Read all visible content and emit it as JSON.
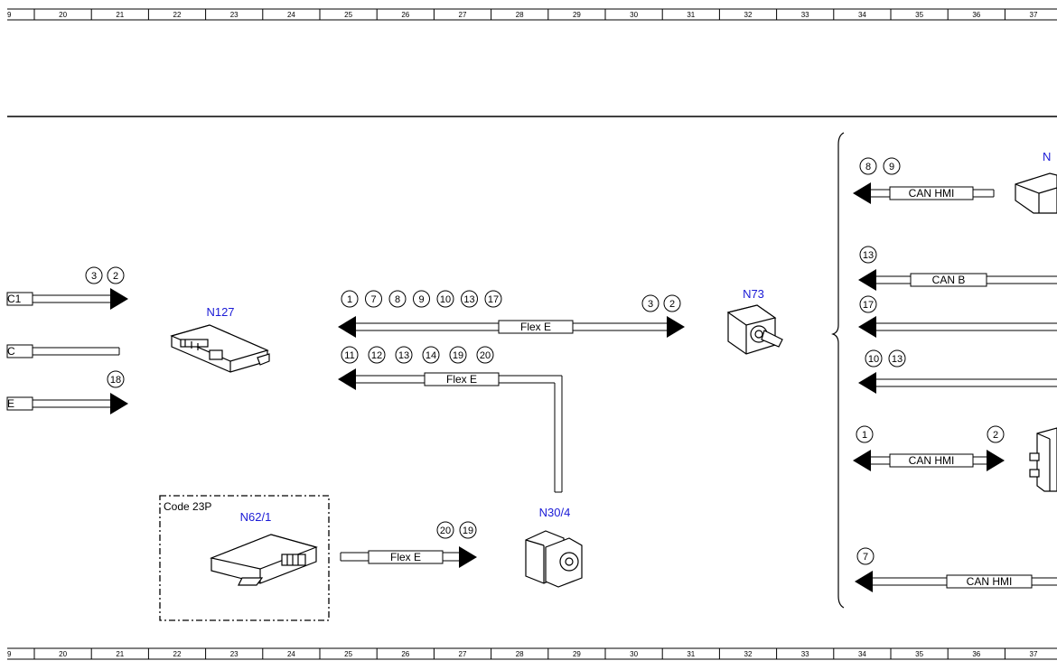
{
  "ruler": {
    "numbers": [
      "9",
      "20",
      "21",
      "22",
      "23",
      "24",
      "25",
      "26",
      "27",
      "28",
      "29",
      "30",
      "31",
      "32",
      "33",
      "34",
      "35",
      "36",
      "37"
    ]
  },
  "components": {
    "n127": "N127",
    "n73": "N73",
    "n30_4": "N30/4",
    "n62_1": "N62/1",
    "n_cut": "N"
  },
  "option_box": {
    "code": "Code 23P"
  },
  "left_stubs": {
    "c1": "C1",
    "c": "C",
    "e": "E"
  },
  "bundles": {
    "left_top_refs": [
      "3",
      "2"
    ],
    "left_bottom_refs": [
      "18"
    ],
    "flex_top": {
      "label": "Flex E",
      "left_refs": [
        "1",
        "7",
        "8",
        "9",
        "10",
        "13",
        "17"
      ],
      "right_refs": [
        "3",
        "2"
      ]
    },
    "flex_mid": {
      "label": "Flex E",
      "refs": [
        "11",
        "12",
        "13",
        "14",
        "19",
        "20"
      ]
    },
    "flex_bottom": {
      "label": "Flex E",
      "refs": [
        "20",
        "19"
      ]
    },
    "can_hmi_top": {
      "label": "CAN HMI",
      "refs": [
        "8",
        "9"
      ]
    },
    "can_b": {
      "label": "CAN B",
      "refs": [
        "13"
      ]
    },
    "line_17": {
      "refs": [
        "17"
      ]
    },
    "line_10_13": {
      "refs": [
        "10",
        "13"
      ]
    },
    "can_hmi_mid": {
      "label": "CAN HMI",
      "left_refs": [
        "1"
      ],
      "right_refs": [
        "2"
      ]
    },
    "can_hmi_bottom": {
      "label": "CAN HMI",
      "refs": [
        "7"
      ]
    }
  },
  "colors": {
    "line": "#000000",
    "component_label": "#1a1ad6"
  }
}
